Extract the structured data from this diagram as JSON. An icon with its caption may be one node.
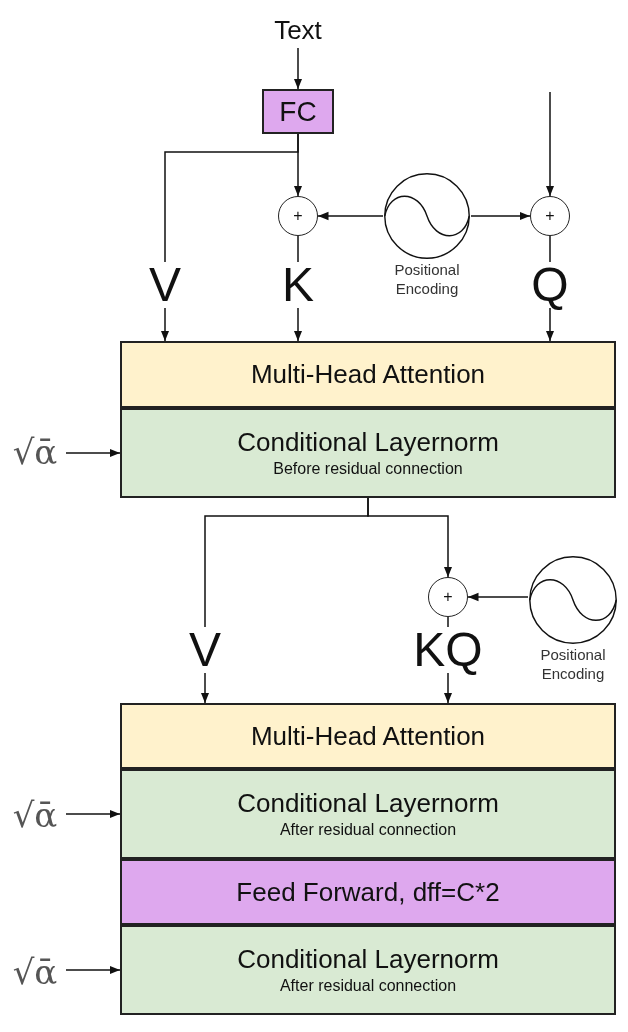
{
  "diagram": {
    "nodes": [
      {
        "text": [
          "Text"
        ]
      },
      {
        "text": [
          "FC"
        ]
      },
      {
        "text": [
          "+"
        ]
      },
      {
        "text": [
          "Positional Encoding"
        ]
      },
      {
        "text": [
          "+"
        ]
      },
      {
        "text": [
          "V"
        ]
      },
      {
        "text": [
          "K"
        ]
      },
      {
        "text": [
          "Q"
        ]
      },
      {
        "text": [
          "Multi-Head Attention"
        ]
      },
      {
        "text": [
          "Conditional Layernorm",
          "Before residual connection"
        ]
      },
      {
        "text": [
          "√ᾱ"
        ]
      },
      {
        "text": [
          "V"
        ]
      },
      {
        "text": [
          "+"
        ]
      },
      {
        "text": [
          "Positional Encoding"
        ]
      },
      {
        "text": [
          "KQ"
        ]
      },
      {
        "text": [
          "Multi-Head Attention"
        ]
      },
      {
        "text": [
          "Conditional Layernorm",
          "After residual connection"
        ]
      },
      {
        "text": [
          "Feed Forward, dff=C*2"
        ]
      },
      {
        "text": [
          "Conditional Layernorm",
          "After residual connection"
        ]
      },
      {
        "text": [
          "√ᾱ"
        ]
      },
      {
        "text": [
          "√ᾱ"
        ]
      }
    ],
    "edges": [
      {
        "from": 0,
        "to": 1,
        "arrow": "to"
      },
      {
        "from": 1,
        "to": 5,
        "arrow": "none"
      },
      {
        "from": 1,
        "to": 2,
        "arrow": "to"
      },
      {
        "from": 3,
        "to": 2,
        "arrow": "to"
      },
      {
        "from": 3,
        "to": 4,
        "arrow": "to"
      },
      {
        "from": null,
        "to": 4,
        "arrow": "to"
      },
      {
        "from": 2,
        "to": 6,
        "arrow": "none"
      },
      {
        "from": 4,
        "to": 7,
        "arrow": "none"
      },
      {
        "from": 5,
        "to": 8,
        "arrow": "to"
      },
      {
        "from": 6,
        "to": 8,
        "arrow": "to"
      },
      {
        "from": 7,
        "to": 8,
        "arrow": "to"
      },
      {
        "from": 10,
        "to": 9,
        "arrow": "to"
      },
      {
        "from": 9,
        "to": 11,
        "arrow": "none"
      },
      {
        "from": 9,
        "to": 12,
        "arrow": "to"
      },
      {
        "from": 13,
        "to": 12,
        "arrow": "to"
      },
      {
        "from": 12,
        "to": 14,
        "arrow": "none"
      },
      {
        "from": 11,
        "to": 15,
        "arrow": "to"
      },
      {
        "from": 14,
        "to": 15,
        "arrow": "to"
      },
      {
        "from": 19,
        "to": 16,
        "arrow": "to"
      },
      {
        "from": 20,
        "to": 18,
        "arrow": "to"
      }
    ]
  }
}
